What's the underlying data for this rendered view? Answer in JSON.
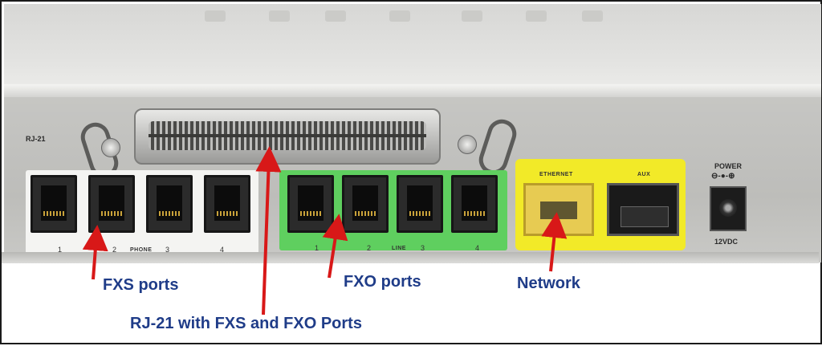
{
  "panel": {
    "rj21_label": "RJ-21",
    "phone_group_label": "PHONE",
    "line_group_label": "LINE",
    "phone_port_numbers": [
      "1",
      "2",
      "3",
      "4"
    ],
    "line_port_numbers": [
      "1",
      "2",
      "3",
      "4"
    ],
    "ethernet_label": "ETHERNET",
    "aux_label": "AUX",
    "power_label": "POWER",
    "power_symbol": "⊖-●-⊕",
    "voltage_label": "12VDC"
  },
  "captions": {
    "fxs": "FXS ports",
    "fxo": "FXO ports",
    "network": "Network",
    "rj21": "RJ-21 with FXS and FXO Ports"
  },
  "colors": {
    "caption": "#1f3c88",
    "arrow": "#d81818",
    "fxo_highlight": "#5fcf5f",
    "network_highlight": "#f2ea28"
  }
}
